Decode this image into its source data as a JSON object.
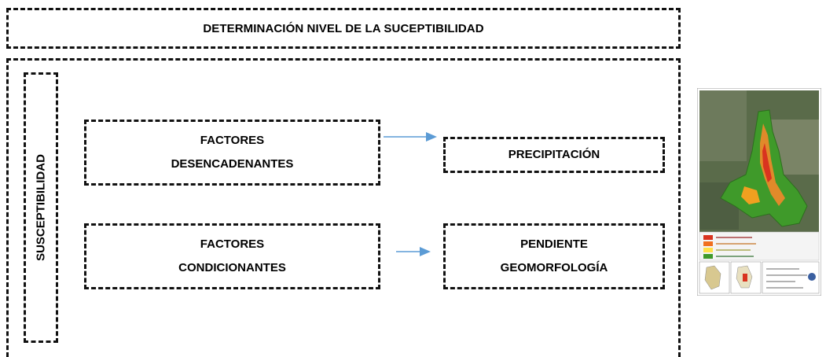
{
  "header": {
    "title": "DETERMINACIÓN NIVEL DE LA SUCEPTIBILIDAD"
  },
  "side_label": "SUSCEPTIBILIDAD",
  "factors": {
    "desencadenantes": {
      "line1": "FACTORES",
      "line2": "DESENCADENANTES"
    },
    "condicionantes": {
      "line1": "FACTORES",
      "line2": "CONDICIONANTES"
    }
  },
  "outputs": {
    "precipitacion": "PRECIPITACIÓN",
    "pendiente_line1": "PENDIENTE",
    "pendiente_line2": "GEOMORFOLOGÍA"
  },
  "colors": {
    "arrow": "#5b9bd5",
    "border": "#111111",
    "map_green": "#3f9a2a",
    "map_red": "#d9331f",
    "map_orange": "#f0a020",
    "map_yellow": "#ffe14a"
  },
  "icons": {
    "map_thumbnail": "susceptibility-map-thumbnail"
  }
}
